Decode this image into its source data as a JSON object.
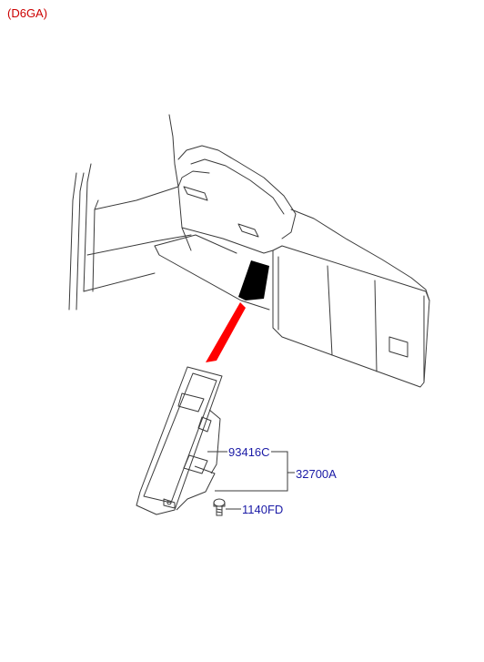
{
  "diagram": {
    "engine_code": "(D6GA)",
    "parts": [
      {
        "number": "93416C"
      },
      {
        "number": "32700A"
      },
      {
        "number": "1140FD"
      }
    ]
  },
  "colors": {
    "line_art": "#3a3a3a",
    "label_text": "#1a1aa6",
    "engine_code_text": "#cc0000",
    "pointer": "#ff0000",
    "pedal_fill": "#000000"
  }
}
